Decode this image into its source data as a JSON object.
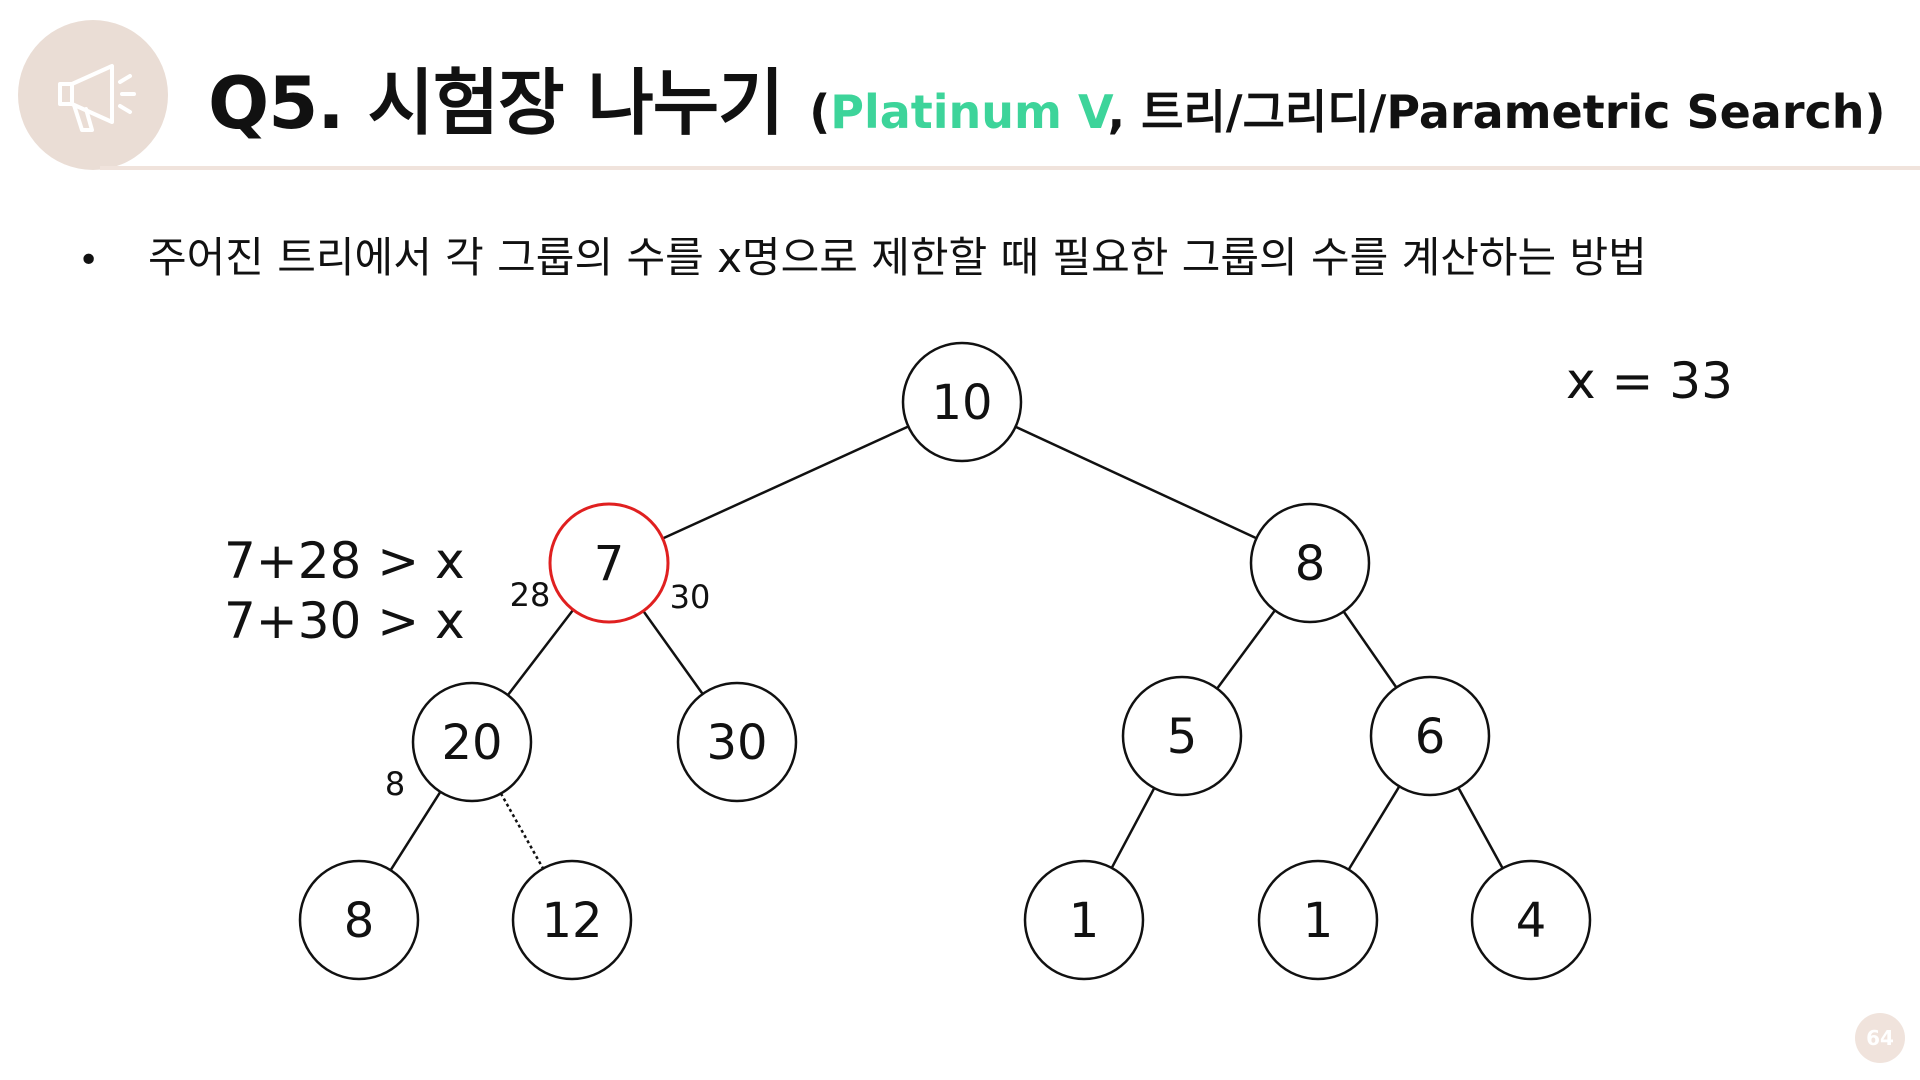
{
  "header": {
    "title": "Q5. 시험장 나누기",
    "paren_open": "(",
    "level": "Platinum V",
    "tags": ", 트리/그리디/Parametric Search)",
    "level_color": "#3dd49a"
  },
  "bullet": {
    "marker": "•",
    "text": "주어진 트리에서 각 그룹의 수를 x명으로 제한할 때 필요한 그룹의 수를 계산하는 방법"
  },
  "x_value": "x = 33",
  "calculations": [
    "7+28 > x",
    "7+30 > x"
  ],
  "tree": {
    "highlight_color": "#e02020",
    "nodes": [
      {
        "id": "n10",
        "label": "10",
        "highlight": false
      },
      {
        "id": "n7",
        "label": "7",
        "highlight": true
      },
      {
        "id": "n8a",
        "label": "8",
        "highlight": false
      },
      {
        "id": "n20",
        "label": "20",
        "highlight": false
      },
      {
        "id": "n30",
        "label": "30",
        "highlight": false
      },
      {
        "id": "n5",
        "label": "5",
        "highlight": false
      },
      {
        "id": "n6",
        "label": "6",
        "highlight": false
      },
      {
        "id": "n8b",
        "label": "8",
        "highlight": false
      },
      {
        "id": "n12",
        "label": "12",
        "highlight": false
      },
      {
        "id": "n1a",
        "label": "1",
        "highlight": false
      },
      {
        "id": "n1b",
        "label": "1",
        "highlight": false
      },
      {
        "id": "n4",
        "label": "4",
        "highlight": false
      }
    ],
    "edges": [
      {
        "from": "n10",
        "to": "n7",
        "style": "solid"
      },
      {
        "from": "n10",
        "to": "n8a",
        "style": "solid"
      },
      {
        "from": "n7",
        "to": "n20",
        "style": "solid"
      },
      {
        "from": "n7",
        "to": "n30",
        "style": "solid"
      },
      {
        "from": "n8a",
        "to": "n5",
        "style": "solid"
      },
      {
        "from": "n8a",
        "to": "n6",
        "style": "solid"
      },
      {
        "from": "n20",
        "to": "n8b",
        "style": "solid"
      },
      {
        "from": "n20",
        "to": "n12",
        "style": "dotted"
      },
      {
        "from": "n5",
        "to": "n1a",
        "style": "solid"
      },
      {
        "from": "n6",
        "to": "n1b",
        "style": "solid"
      },
      {
        "from": "n6",
        "to": "n4",
        "style": "solid"
      }
    ],
    "edge_labels": [
      "28",
      "30",
      "8"
    ]
  },
  "page_number": "64"
}
